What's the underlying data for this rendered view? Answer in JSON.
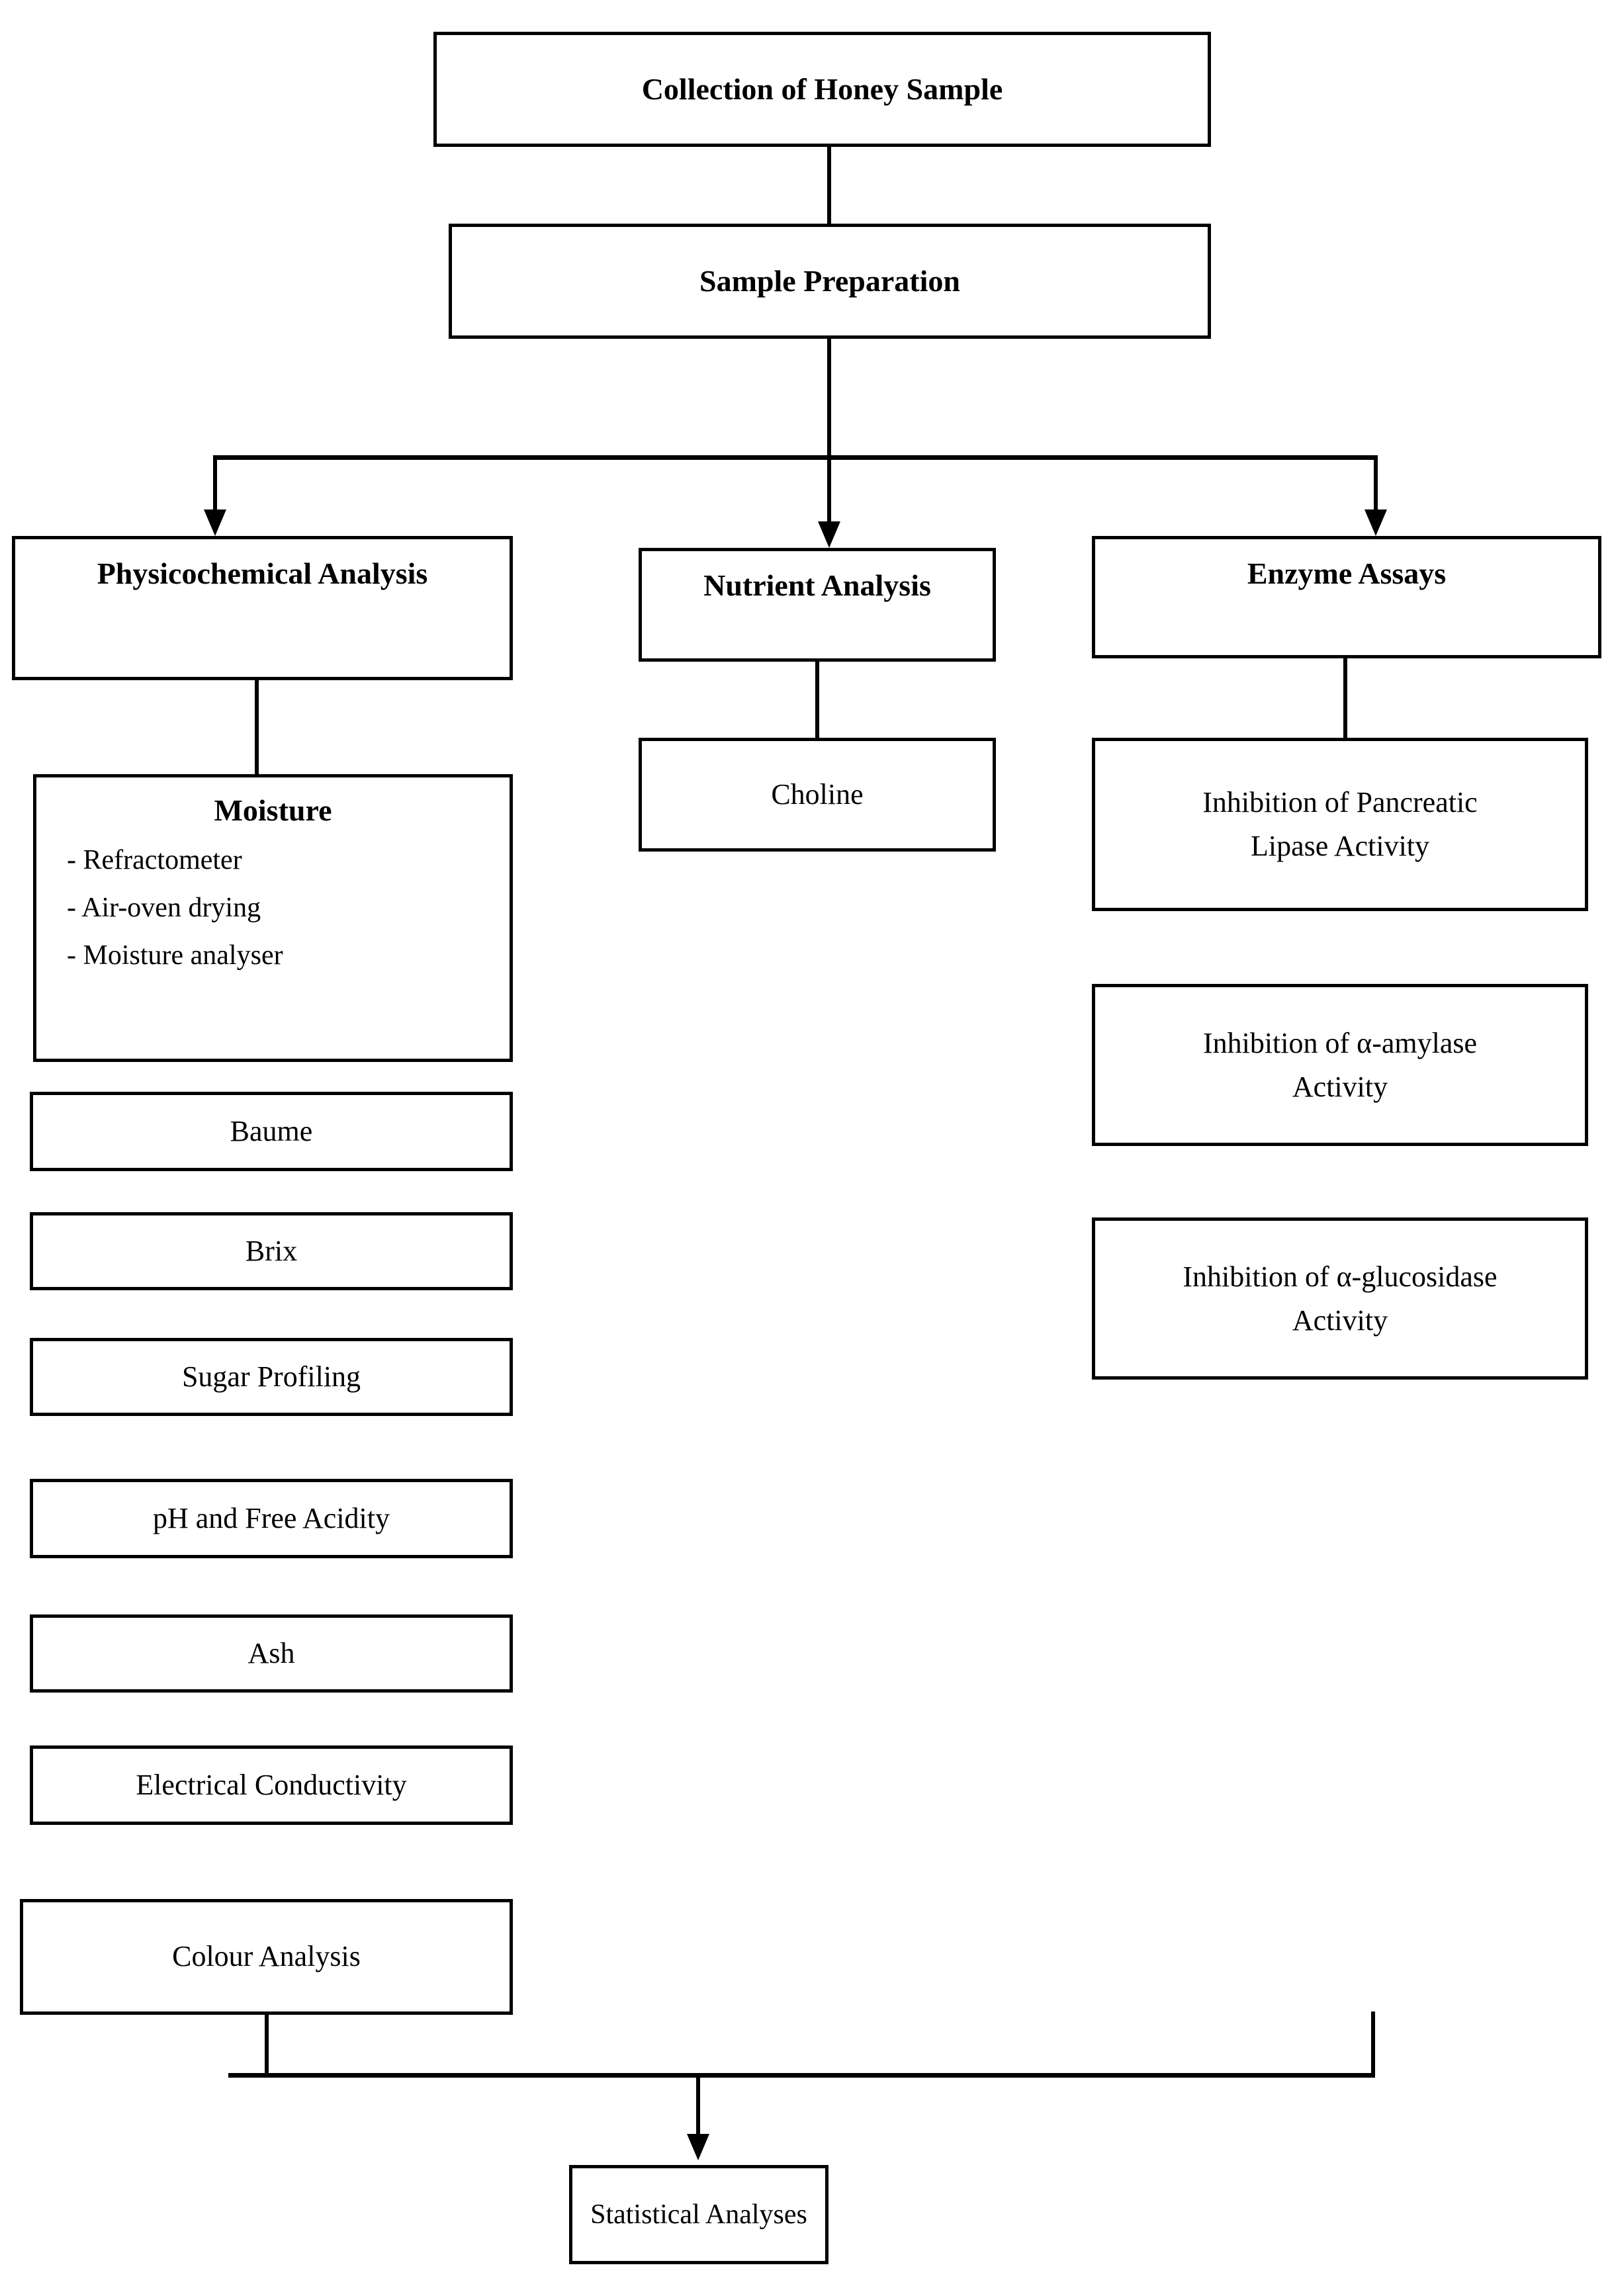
{
  "diagram": {
    "title_node": "Collection of Honey Sample",
    "prep_node": "Sample Preparation",
    "branches": {
      "physicochemical": "Physicochemical Analysis",
      "nutrient": "Nutrient Analysis",
      "enzyme": "Enzyme Assays"
    },
    "physicochemical_items": {
      "moisture_title": "Moisture",
      "moisture_methods": [
        "- Refractometer",
        "- Air-oven drying",
        "- Moisture analyser"
      ],
      "baume": "Baume",
      "brix": "Brix",
      "sugar_profiling": "Sugar Profiling",
      "ph_free_acidity": "pH and Free Acidity",
      "ash": "Ash",
      "electrical_conductivity": "Electrical Conductivity",
      "colour_analysis": "Colour Analysis"
    },
    "nutrient_items": {
      "choline": "Choline"
    },
    "enzyme_items": {
      "lipase": "Inhibition of Pancreatic\nLipase Activity",
      "amylase": "Inhibition of α-amylase\nActivity",
      "glucosidase": "Inhibition of α-glucosidase\nActivity"
    },
    "terminal_node": "Statistical Analyses",
    "colors": {
      "stroke": "#000000",
      "fill": "#ffffff",
      "text": "#000000"
    }
  }
}
